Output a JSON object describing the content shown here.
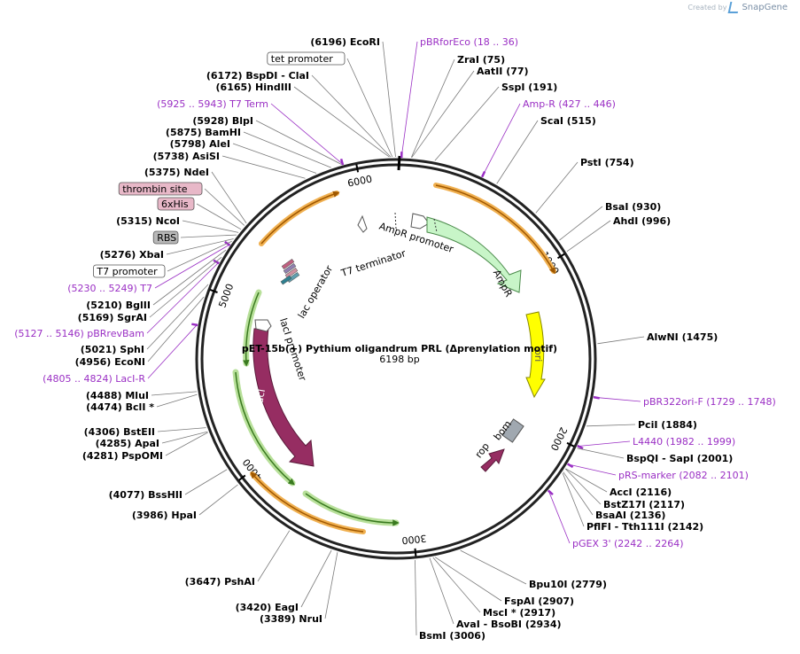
{
  "watermark": {
    "prefix": "Created by",
    "brand": "SnapGene"
  },
  "plasmid": {
    "name": "pET-15b(+) Pythium oligandrum PRL (Δprenylation motif)",
    "length_label": "6198 bp",
    "length": 6198
  },
  "colors": {
    "backbone": "#222222",
    "primer": "#9a2fc4",
    "enzyme_text": "#000000",
    "ampr_fill": "#c8f5c8",
    "ori_fill": "#ffff00",
    "laci_fill": "#962d62",
    "rop_fill": "#962d62",
    "bom_fill": "#a0a8b0",
    "orange_highlight": "#f0b050",
    "green_highlight": "#8ec060",
    "thrombin_tag": "#e8b8c8",
    "his_tag": "#e8b8c8",
    "rbs_tag": "#b8b8b8"
  },
  "ticks": [
    {
      "pos": 1000,
      "label": "1000"
    },
    {
      "pos": 2000,
      "label": "2000"
    },
    {
      "pos": 3000,
      "label": "3000"
    },
    {
      "pos": 4000,
      "label": "4000"
    },
    {
      "pos": 5000,
      "label": "5000"
    },
    {
      "pos": 6000,
      "label": "6000"
    }
  ],
  "features": [
    {
      "name": "AmpR promoter",
      "label": "AmpR promoter"
    },
    {
      "name": "AmpR",
      "label": "AmpR"
    },
    {
      "name": "ori",
      "label": "ori"
    },
    {
      "name": "bom",
      "label": "bom"
    },
    {
      "name": "rop",
      "label": "rop"
    },
    {
      "name": "lacI",
      "label": "lacI"
    },
    {
      "name": "lacI promoter",
      "label": "lacI promoter"
    },
    {
      "name": "lac operator",
      "label": "lac operator"
    },
    {
      "name": "T7 terminator",
      "label": "T7 terminator"
    }
  ],
  "labels": [
    {
      "kind": "enzyme",
      "pos": 6196,
      "name": "EcoRI",
      "text": "(6196)  EcoRI"
    },
    {
      "kind": "primer",
      "pos": 27,
      "name": "pBRforEco",
      "text": "pBRforEco     (18 .. 36)"
    },
    {
      "kind": "enzyme",
      "pos": 75,
      "name": "ZraI",
      "text": "ZraI   (75)"
    },
    {
      "kind": "enzyme",
      "pos": 77,
      "name": "AatII",
      "text": "AatII   (77)"
    },
    {
      "kind": "enzyme",
      "pos": 191,
      "name": "SspI",
      "text": "SspI   (191)"
    },
    {
      "kind": "primer",
      "pos": 436,
      "name": "Amp-R",
      "text": "Amp-R    (427 .. 446)"
    },
    {
      "kind": "enzyme",
      "pos": 515,
      "name": "ScaI",
      "text": "ScaI   (515)"
    },
    {
      "kind": "enzyme",
      "pos": 754,
      "name": "PstI",
      "text": "PstI   (754)"
    },
    {
      "kind": "enzyme",
      "pos": 930,
      "name": "BsaI",
      "text": "BsaI   (930)"
    },
    {
      "kind": "enzyme",
      "pos": 996,
      "name": "AhdI",
      "text": "AhdI   (996)"
    },
    {
      "kind": "enzyme",
      "pos": 1475,
      "name": "AlwNI",
      "text": "AlwNI   (1475)"
    },
    {
      "kind": "primer",
      "pos": 1738,
      "name": "pBR322ori-F",
      "text": "pBR322ori-F    (1729 .. 1748)"
    },
    {
      "kind": "enzyme",
      "pos": 1884,
      "name": "PciI",
      "text": "PciI   (1884)"
    },
    {
      "kind": "primer",
      "pos": 1990,
      "name": "L4440",
      "text": "L4440    (1982 .. 1999)"
    },
    {
      "kind": "enzyme",
      "pos": 2001,
      "name": "BspQI - SapI",
      "text": "BspQI  - SapI   (2001)"
    },
    {
      "kind": "primer",
      "pos": 2091,
      "name": "pRS-marker",
      "text": "pRS-marker    (2082 .. 2101)"
    },
    {
      "kind": "enzyme",
      "pos": 2116,
      "name": "AccI",
      "text": "AccI   (2116)"
    },
    {
      "kind": "enzyme",
      "pos": 2117,
      "name": "BstZ17I",
      "text": "BstZ17I   (2117)"
    },
    {
      "kind": "enzyme",
      "pos": 2136,
      "name": "BsaAI",
      "text": "BsaAI   (2136)"
    },
    {
      "kind": "enzyme",
      "pos": 2142,
      "name": "PflFI - Tth111I",
      "text": "PflFI  - Tth111I   (2142)"
    },
    {
      "kind": "primer",
      "pos": 2253,
      "name": "pGEX 3'",
      "text": "pGEX 3'    (2242 .. 2264)"
    },
    {
      "kind": "enzyme",
      "pos": 2779,
      "name": "Bpu10I",
      "text": "Bpu10I   (2779)"
    },
    {
      "kind": "enzyme",
      "pos": 2907,
      "name": "FspAI",
      "text": "FspAI   (2907)"
    },
    {
      "kind": "enzyme",
      "pos": 2917,
      "name": "MscI",
      "text": "MscI *  (2917)"
    },
    {
      "kind": "enzyme",
      "pos": 2934,
      "name": "AvaI - BsoBI",
      "text": "AvaI  - BsoBI   (2934)"
    },
    {
      "kind": "enzyme",
      "pos": 3006,
      "name": "BsmI",
      "text": "BsmI   (3006)"
    },
    {
      "kind": "enzyme",
      "pos": 3389,
      "name": "NruI",
      "text": "(3389)  NruI"
    },
    {
      "kind": "enzyme",
      "pos": 3420,
      "name": "EagI",
      "text": "(3420)  EagI"
    },
    {
      "kind": "enzyme",
      "pos": 3647,
      "name": "PshAI",
      "text": "(3647)  PshAI"
    },
    {
      "kind": "enzyme",
      "pos": 3986,
      "name": "HpaI",
      "text": "(3986)  HpaI"
    },
    {
      "kind": "enzyme",
      "pos": 4077,
      "name": "BssHII",
      "text": "(4077)  BssHII"
    },
    {
      "kind": "enzyme",
      "pos": 4281,
      "name": "PspOMI",
      "text": "(4281)  PspOMI"
    },
    {
      "kind": "enzyme",
      "pos": 4285,
      "name": "ApaI",
      "text": "(4285)  ApaI"
    },
    {
      "kind": "enzyme",
      "pos": 4306,
      "name": "BstEII",
      "text": "(4306)  BstEII"
    },
    {
      "kind": "enzyme",
      "pos": 4474,
      "name": "BclI",
      "text": "(4474)  BclI *"
    },
    {
      "kind": "enzyme",
      "pos": 4488,
      "name": "MluI",
      "text": "(4488)  MluI"
    },
    {
      "kind": "primer",
      "pos": 4815,
      "name": "LacI-R",
      "text": "(4805 .. 4824)  LacI-R"
    },
    {
      "kind": "enzyme",
      "pos": 4956,
      "name": "EcoNI",
      "text": "(4956)  EcoNI"
    },
    {
      "kind": "enzyme",
      "pos": 5021,
      "name": "SphI",
      "text": "(5021)  SphI"
    },
    {
      "kind": "primer",
      "pos": 5137,
      "name": "pBRrevBam",
      "text": "(5127 .. 5146)  pBRrevBam"
    },
    {
      "kind": "enzyme",
      "pos": 5169,
      "name": "SgrAI",
      "text": "(5169)  SgrAI"
    },
    {
      "kind": "enzyme",
      "pos": 5210,
      "name": "BglII",
      "text": "(5210)  BglII"
    },
    {
      "kind": "primer",
      "pos": 5240,
      "name": "T7",
      "text": "(5230 .. 5249)  T7"
    },
    {
      "kind": "boxed",
      "pos": 5262,
      "name": "T7 promoter",
      "text": "T7 promoter"
    },
    {
      "kind": "enzyme",
      "pos": 5276,
      "name": "XbaI",
      "text": "(5276)  XbaI"
    },
    {
      "kind": "boxed",
      "pos": 5300,
      "name": "RBS",
      "text": "RBS"
    },
    {
      "kind": "enzyme",
      "pos": 5315,
      "name": "NcoI",
      "text": "(5315)  NcoI"
    },
    {
      "kind": "boxed",
      "pos": 5335,
      "name": "6xHis",
      "text": "6xHis"
    },
    {
      "kind": "boxed",
      "pos": 5360,
      "name": "thrombin site",
      "text": "thrombin site"
    },
    {
      "kind": "enzyme",
      "pos": 5375,
      "name": "NdeI",
      "text": "(5375)  NdeI"
    },
    {
      "kind": "enzyme",
      "pos": 5738,
      "name": "AsiSI",
      "text": "(5738)  AsiSI"
    },
    {
      "kind": "enzyme",
      "pos": 5798,
      "name": "AleI",
      "text": "(5798)  AleI"
    },
    {
      "kind": "enzyme",
      "pos": 5875,
      "name": "BamHI",
      "text": "(5875)  BamHI"
    },
    {
      "kind": "enzyme",
      "pos": 5928,
      "name": "BlpI",
      "text": "(5928)  BlpI"
    },
    {
      "kind": "primer",
      "pos": 5934,
      "name": "T7 Term",
      "text": "(5925 .. 5943)  T7 Term"
    },
    {
      "kind": "enzyme",
      "pos": 6165,
      "name": "HindIII",
      "text": "(6165)  HindIII"
    },
    {
      "kind": "enzyme",
      "pos": 6172,
      "name": "BspDI - ClaI",
      "text": "(6172)  BspDI  - ClaI"
    },
    {
      "kind": "boxed",
      "pos": 6180,
      "name": "tet promoter",
      "text": "tet promoter"
    }
  ]
}
